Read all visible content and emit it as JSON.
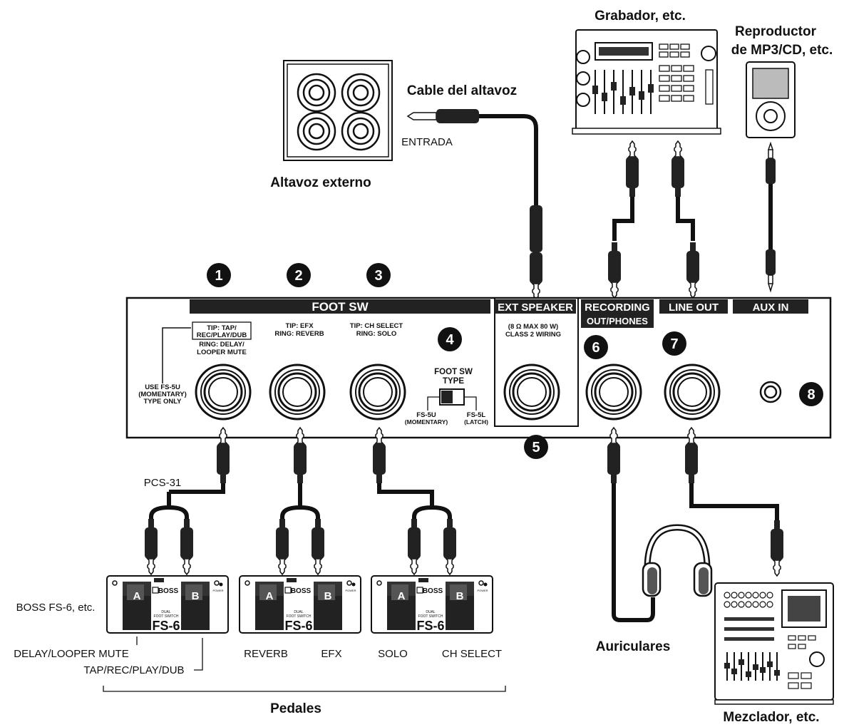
{
  "devices": {
    "recorder": "Grabador, etc.",
    "mp3_player_line1": "Reproductor",
    "mp3_player_line2": "de MP3/CD, etc.",
    "speaker_cable": "Cable del altavoz",
    "speaker_input": "ENTRADA",
    "external_speaker": "Altavoz externo",
    "headphones": "Auriculares",
    "mixer": "Mezclador, etc.",
    "pedals": "Pedales",
    "footswitch_model": "BOSS FS-6, etc.",
    "cable_model": "PCS-31"
  },
  "callouts": [
    "1",
    "2",
    "3",
    "4",
    "5",
    "6",
    "7",
    "8"
  ],
  "panel": {
    "foot_sw": "FOOT SW",
    "ext_speaker": "EXT SPEAKER",
    "recording_line1": "RECORDING",
    "recording_line2": "OUT/PHONES",
    "line_out": "LINE OUT",
    "aux_in": "AUX IN",
    "jack1_tip_line1": "TIP: TAP/",
    "jack1_tip_line2": "REC/PLAY/DUB",
    "jack1_ring_line1": "RING: DELAY/",
    "jack1_ring_line2": "LOOPER MUTE",
    "jack1_note_line1": "USE FS-5U",
    "jack1_note_line2": "(MOMENTARY)",
    "jack1_note_line3": "TYPE ONLY",
    "jack2_tip": "TIP: EFX",
    "jack2_ring": "RING: REVERB",
    "jack3_tip": "TIP: CH SELECT",
    "jack3_ring": "RING: SOLO",
    "type_switch_line1": "FOOT SW",
    "type_switch_line2": "TYPE",
    "fs5u": "FS-5U",
    "fs5u_sub": "(MOMENTARY)",
    "fs5l": "FS-5L",
    "fs5l_sub": "(LATCH)",
    "ext_spec_line1": "(8 Ω MAX  80 W)",
    "ext_spec_line2": "CLASS 2 WIRING"
  },
  "pedal_unit": {
    "btn_a": "A",
    "btn_b": "B",
    "brand": "BOSS",
    "desc_line1": "DUAL",
    "desc_line2": "FOOT SWITCH",
    "model": "FS-6",
    "power": "POWER"
  },
  "functions": {
    "delay_looper_mute": "DELAY/LOOPER MUTE",
    "tap_rec_play_dub": "TAP/REC/PLAY/DUB",
    "reverb": "REVERB",
    "efx": "EFX",
    "solo": "SOLO",
    "ch_select": "CH SELECT"
  }
}
